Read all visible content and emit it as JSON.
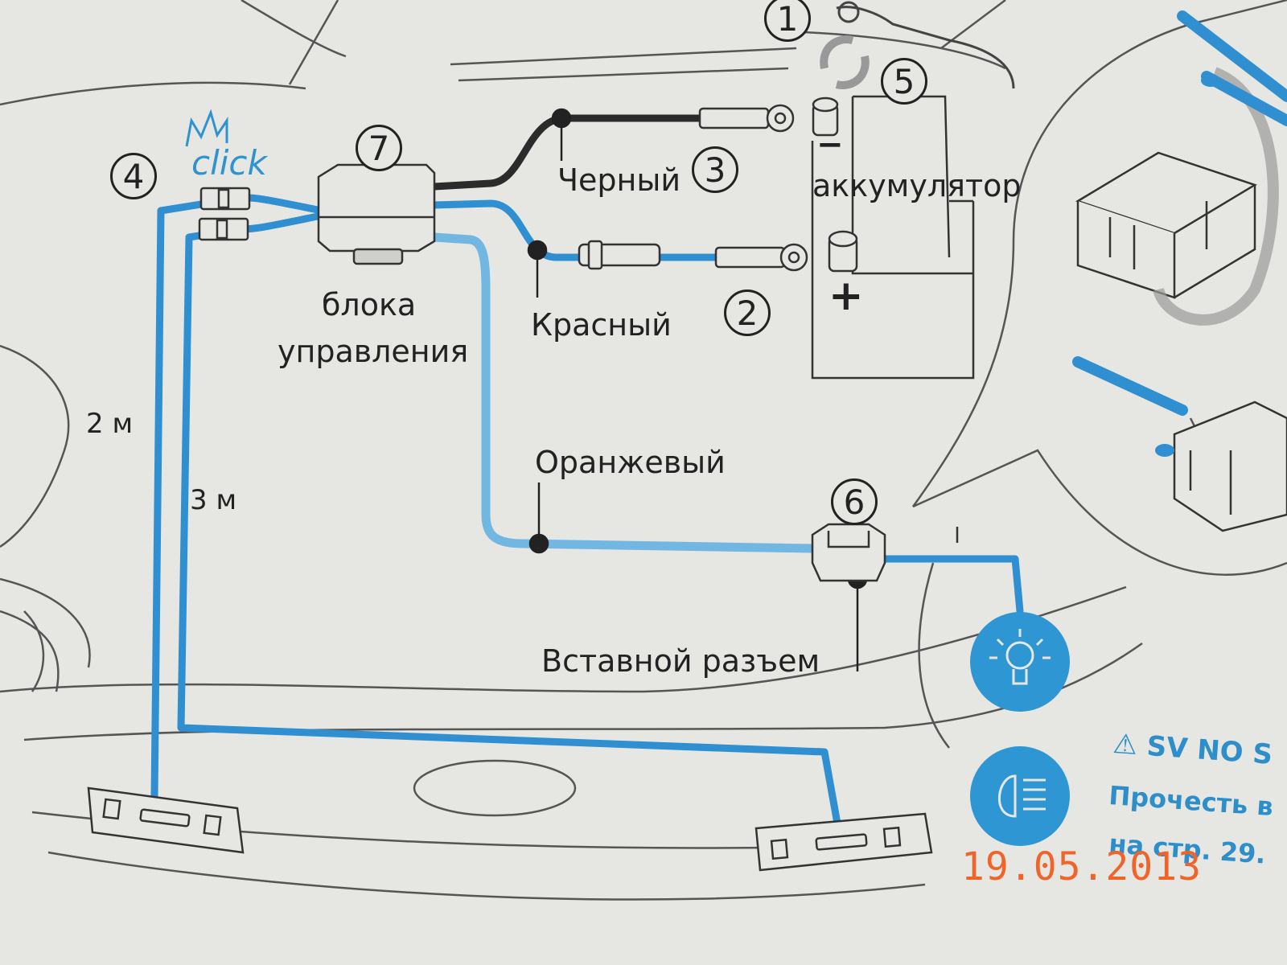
{
  "labels": {
    "black": "Черный",
    "red": "Красный",
    "orange": "Оранжевый",
    "battery": "аккумулятор",
    "control_unit_line1": "блока",
    "control_unit_line2": "управления",
    "plug_connector": "Вставной разъем",
    "length_2m": "2 м",
    "length_3m": "3 м",
    "click": "click",
    "minus": "−",
    "plus": "+"
  },
  "step_numbers": [
    "1",
    "2",
    "3",
    "4",
    "5",
    "6",
    "7"
  ],
  "warning": {
    "line1": "⚠ SV NO S",
    "line2": "Прочесть в",
    "line3": "на стр. 29."
  },
  "date_stamp": "19.05.2013",
  "colors": {
    "wire_blue": "#2f8fd0",
    "wire_light_blue": "#72b6e2",
    "wire_black": "#2b2b2b",
    "date_orange": "#f0642a",
    "icon_blue": "#2e96d3"
  },
  "icons": [
    "sun-bulb-icon",
    "headlight-icon"
  ]
}
